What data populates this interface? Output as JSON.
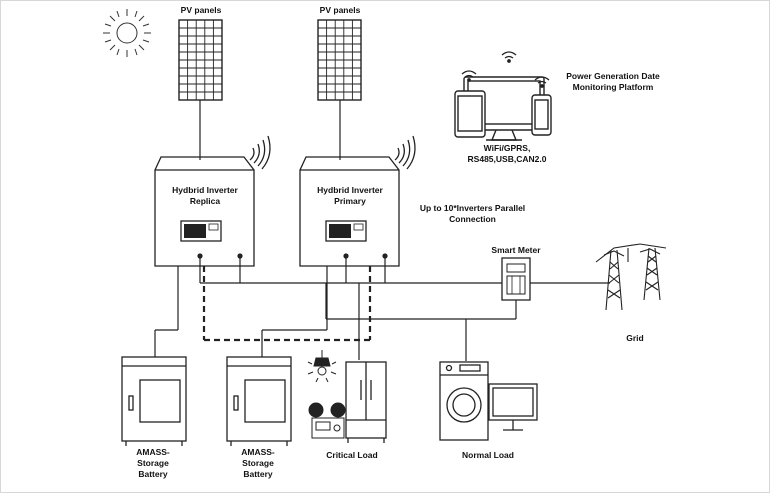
{
  "labels": {
    "pv_left": "PV panels",
    "pv_right": "PV panels",
    "monitoring_line1": "Power Generation Date",
    "monitoring_line2": "Monitoring Platform",
    "comm_line1": "WiFi/GPRS,",
    "comm_line2": "RS485,USB,CAN2.0",
    "inverter_replica_line1": "Hydbrid Inverter",
    "inverter_replica_line2": "Replica",
    "inverter_primary_line1": "Hydbrid Inverter",
    "inverter_primary_line2": "Primary",
    "parallel_line1": "Up to 10*Inverters Parallel",
    "parallel_line2": "Connection",
    "smart_meter": "Smart Meter",
    "grid": "Grid",
    "battery1_line1": "AMASS-",
    "battery1_line2": "Storage",
    "battery1_line3": "Battery",
    "battery2_line1": "AMASS-",
    "battery2_line2": "Storage",
    "battery2_line3": "Battery",
    "critical_load": "Critical Load",
    "normal_load": "Normal Load"
  },
  "icons": [
    "sun-icon",
    "solar-panel-icon",
    "inverter-icon",
    "wifi-icon",
    "monitor-icon",
    "tablet-icon",
    "phone-icon",
    "smart-meter-icon",
    "transmission-tower-icon",
    "battery-cabinet-icon",
    "lightbulb-icon",
    "refrigerator-icon",
    "speaker-icon",
    "washing-machine-icon",
    "tv-icon"
  ]
}
